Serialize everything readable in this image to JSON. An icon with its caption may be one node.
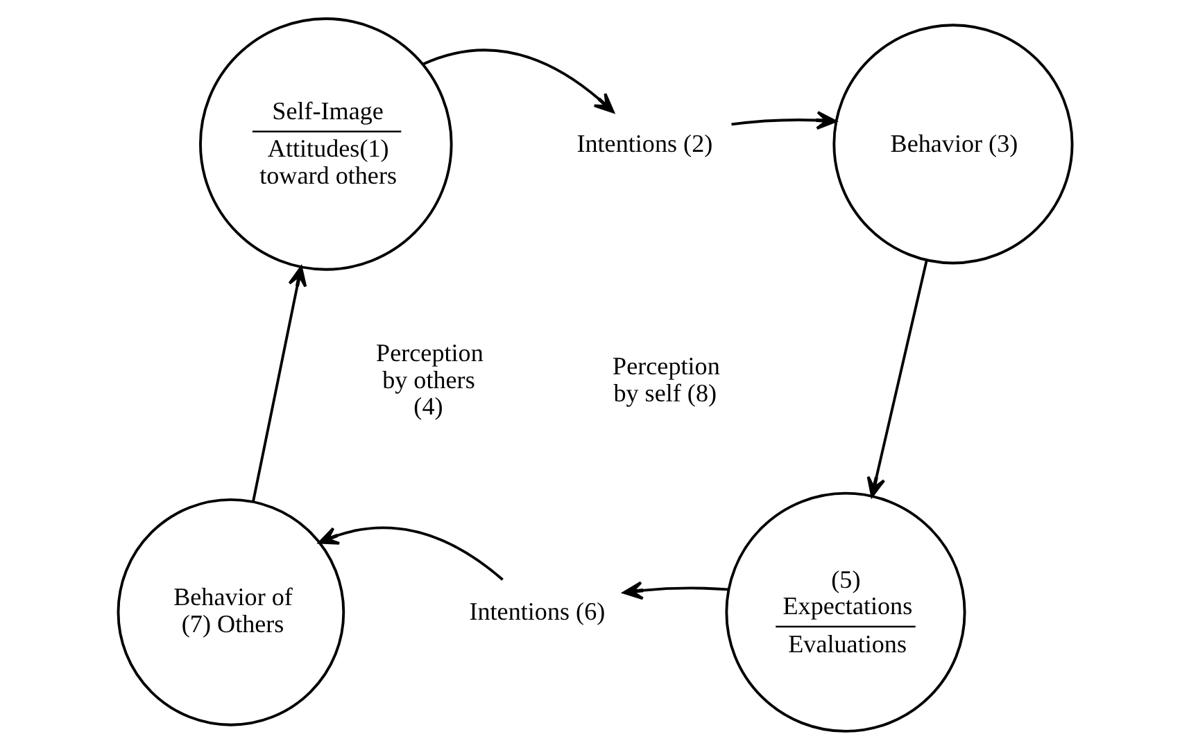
{
  "diagram": {
    "nodes": [
      {
        "text": [
          "Self-Image",
          "Attitudes(1) toward others"
        ]
      },
      {
        "text": [
          "Intentions (2)"
        ]
      },
      {
        "text": [
          "Behavior (3)"
        ]
      },
      {
        "text": [
          "(5) Expectations",
          "Evaluations"
        ]
      },
      {
        "text": [
          "Intentions (6)"
        ]
      },
      {
        "text": [
          "Behavior of (7) Others"
        ]
      }
    ],
    "edges": [
      {
        "from": 0,
        "to": 1,
        "arrow": "to"
      },
      {
        "from": 1,
        "to": 2,
        "arrow": "to"
      },
      {
        "from": 2,
        "to": 3,
        "arrow": "to"
      },
      {
        "from": 3,
        "to": 4,
        "arrow": "to"
      },
      {
        "from": 4,
        "to": 5,
        "arrow": "to"
      },
      {
        "from": 5,
        "to": 0,
        "arrow": "to"
      }
    ],
    "labels": [
      "Perception by self (8)",
      "Perception by others (4)"
    ]
  }
}
